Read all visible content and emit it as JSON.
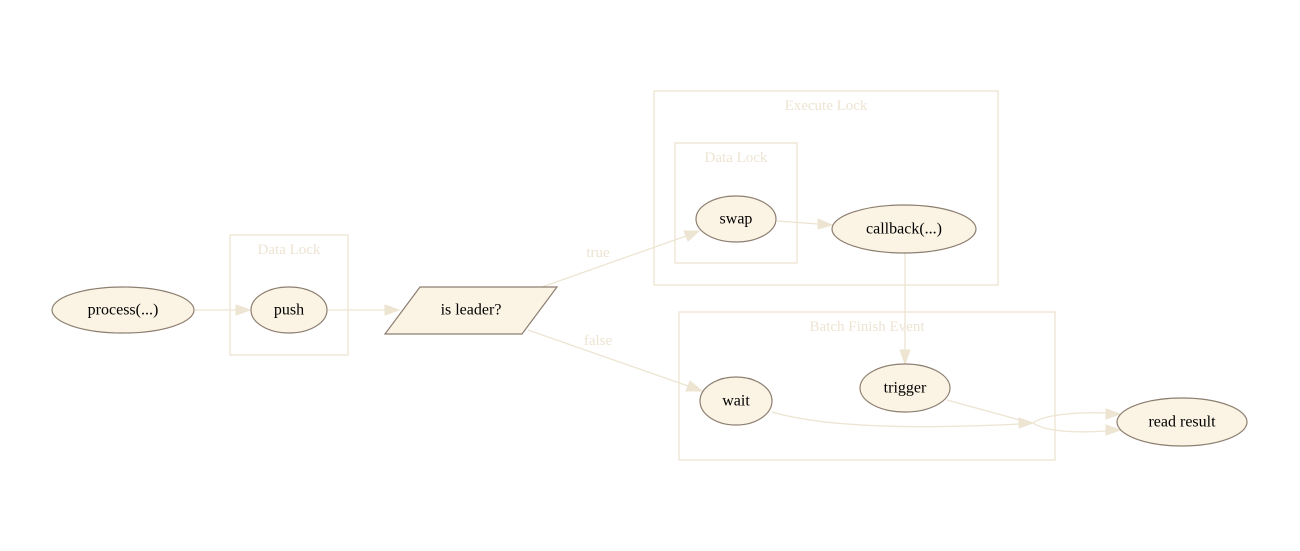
{
  "diagram": {
    "type": "flowchart",
    "colors": {
      "node_fill": "#fbf4e4",
      "node_stroke": "#8d7e70",
      "edge": "#ede4d2",
      "cluster": "#ede4d2",
      "text": "#000000"
    },
    "clusters": {
      "data_lock_1": {
        "label": "Data Lock"
      },
      "execute_lock": {
        "label": "Execute Lock"
      },
      "data_lock_2": {
        "label": "Data Lock"
      },
      "batch_finish_event": {
        "label": "Batch Finish Event"
      }
    },
    "nodes": {
      "process": {
        "label": "process(...)",
        "shape": "ellipse"
      },
      "push": {
        "label": "push",
        "shape": "ellipse"
      },
      "is_leader": {
        "label": "is leader?",
        "shape": "parallelogram"
      },
      "swap": {
        "label": "swap",
        "shape": "ellipse"
      },
      "callback": {
        "label": "callback(...)",
        "shape": "ellipse"
      },
      "wait": {
        "label": "wait",
        "shape": "ellipse"
      },
      "trigger": {
        "label": "trigger",
        "shape": "ellipse"
      },
      "read_result": {
        "label": "read result",
        "shape": "ellipse"
      }
    },
    "edges": [
      {
        "from": "process",
        "to": "push",
        "label": ""
      },
      {
        "from": "push",
        "to": "is_leader",
        "label": ""
      },
      {
        "from": "is_leader",
        "to": "swap",
        "label": "true"
      },
      {
        "from": "is_leader",
        "to": "wait",
        "label": "false"
      },
      {
        "from": "swap",
        "to": "callback",
        "label": ""
      },
      {
        "from": "callback",
        "to": "trigger",
        "label": ""
      },
      {
        "from": "wait",
        "to": "read_result",
        "label": ""
      },
      {
        "from": "trigger",
        "to": "read_result",
        "label": ""
      }
    ],
    "edge_labels": {
      "true": "true",
      "false": "false"
    }
  }
}
